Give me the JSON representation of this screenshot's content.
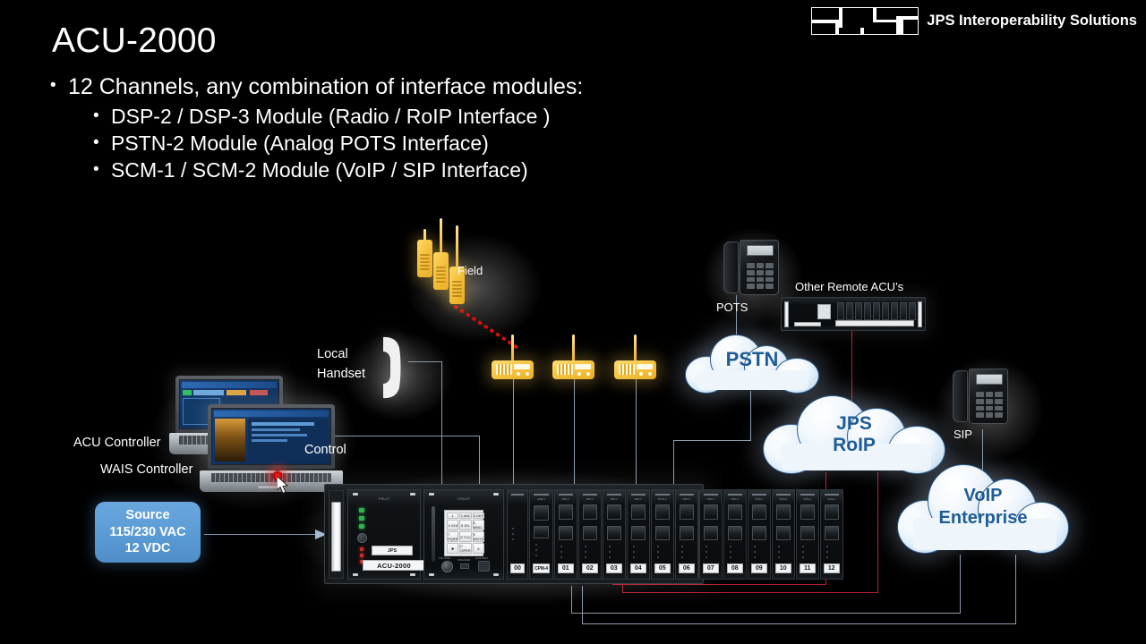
{
  "slide": {
    "title": "ACU-2000",
    "bullets": [
      {
        "level": 1,
        "text": "12 Channels, any combination of interface modules:"
      },
      {
        "level": 2,
        "text": "DSP-2 / DSP-3 Module (Radio / RoIP Interface )"
      },
      {
        "level": 2,
        "text": "PSTN-2 Module (Analog POTS Interface)"
      },
      {
        "level": 2,
        "text": "SCM-1 / SCM-2 Module (VoIP / SIP Interface)"
      }
    ],
    "bullet_glyph": "•",
    "background_color": "#000000",
    "text_color": "#ffffff"
  },
  "logo": {
    "mark_name": "jps-logo-mark",
    "text": "JPS Interoperability Solutions",
    "mark_color": "#ffffff"
  },
  "diagram": {
    "labels": {
      "field": "Field",
      "local_handset": "Local\nHandset",
      "local_handset_line1": "Local",
      "local_handset_line2": "Handset",
      "acu_controller": "ACU Controller",
      "wais_controller": "WAIS Controller",
      "control": "Control",
      "pots": "POTS",
      "other_remote_acus": "Other Remote ACU’s",
      "sip": "SIP"
    },
    "source_box": {
      "line1": "Source",
      "line2": "115/230 VAC",
      "line3": "12 VDC",
      "fill_color": "#5b9bd5",
      "text_color": "#ffffff"
    },
    "clouds": [
      {
        "id": "pstn",
        "label": "PSTN",
        "lines": [
          "PSTN"
        ]
      },
      {
        "id": "roip",
        "label": "JPS RoIP",
        "lines": [
          "JPS",
          "RoIP"
        ]
      },
      {
        "id": "voip",
        "label": "VoIP Enterprise",
        "lines": [
          "VoIP",
          "Enterprise"
        ]
      }
    ],
    "cloud_text_color": "#1f5c96",
    "cloud_outline_color": "#2c5f8f",
    "link_color": "#8d9aa8",
    "rf_link_color": "#cc1111",
    "ip_link_color": "#b5202f"
  },
  "acu_unit": {
    "model_label": "ACU-2000",
    "brand_label": "JPS",
    "psu_panel_label": "PSU-P",
    "cpm_panel_label": "CPM-IP",
    "channel_plates": [
      "00",
      "CPM-4",
      "01",
      "02",
      "03",
      "04",
      "05",
      "06",
      "07",
      "08",
      "09",
      "10",
      "11",
      "12"
    ],
    "channel_top_labels": [
      "CPM-4",
      "DSP-2",
      "DSP-2",
      "DSP-2",
      "DSP-2",
      "PSTN-2",
      "DSP-3",
      "DSP-3",
      "DSP-3",
      "SCM-2",
      "SCM-2",
      "SCM-2",
      "SCM-1"
    ],
    "keypad_keys": [
      "1",
      "2\nABC",
      "3\nDEF",
      "4\nGHI",
      "5\nJKL",
      "6\nMNO",
      "7\nPQRS",
      "8\nTUV",
      "9\nWXYZ",
      "✱",
      "0\nOPER",
      "#"
    ],
    "knob_labels": [
      "VOLUME",
      "SPEAKER",
      "HANDSET"
    ],
    "led_colors": {
      "green": "#2fb24a",
      "red": "#cf2b2b"
    }
  },
  "cursor": {
    "name": "mouse-pointer",
    "click_indicator_color": "#ff2b2b"
  }
}
